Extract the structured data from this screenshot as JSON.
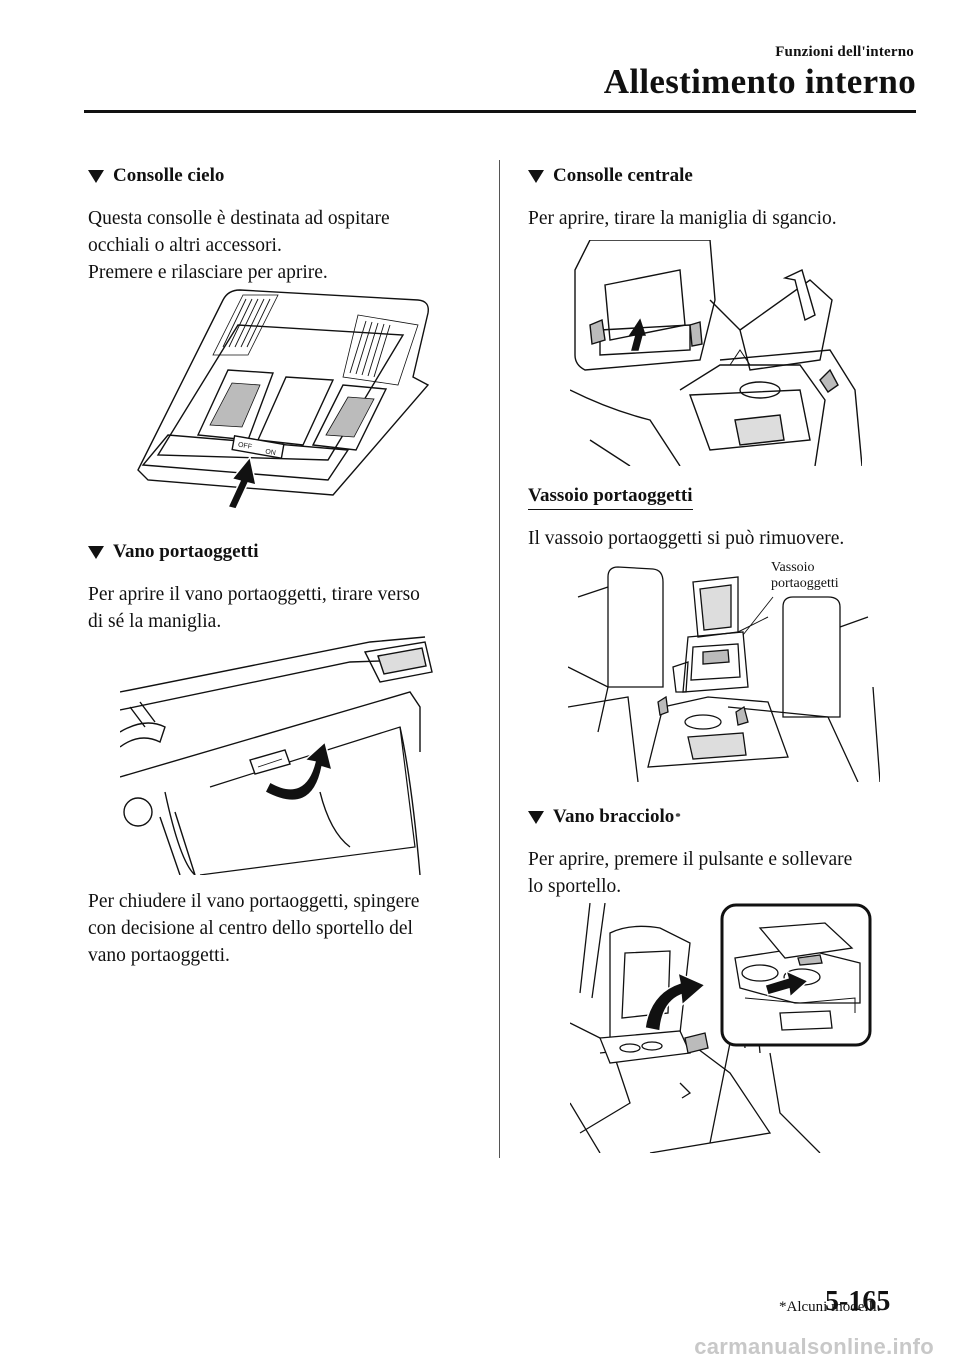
{
  "header": {
    "section": "Funzioni dell'interno",
    "chapter": "Allestimento interno"
  },
  "left": {
    "s1": {
      "heading": "Consolle cielo",
      "lines": [
        "Questa consolle è destinata ad ospitare",
        "occhiali o altri accessori.",
        "Premere e rilasciare per aprire."
      ],
      "switch_labels": {
        "off": "OFF",
        "on": "ON"
      }
    },
    "s2": {
      "heading": "Vano portaoggetti",
      "lines": [
        "Per aprire il vano portaoggetti, tirare verso",
        "di sé la maniglia."
      ],
      "close_lines": [
        "Per chiudere il vano portaoggetti, spingere",
        "con decisione al centro dello sportello del",
        "vano portaoggetti."
      ]
    }
  },
  "right": {
    "s1": {
      "heading": "Consolle centrale",
      "lines": [
        "Per aprire, tirare la maniglia di sgancio."
      ]
    },
    "s2": {
      "subheading": "Vassoio portaoggetti",
      "lines": [
        "Il vassoio portaoggetti si può rimuovere."
      ],
      "callout": [
        "Vassoio",
        "portaoggetti"
      ]
    },
    "s3": {
      "heading": "Vano bracciolo",
      "footnote_mark": "*",
      "lines": [
        "Per aprire, premere il pulsante e sollevare",
        "lo sportello."
      ]
    }
  },
  "footer": {
    "footnote": "*Alcuni modelli.",
    "page_number": "5-165",
    "watermark": "carmanualsonline.info"
  },
  "icons": {
    "heading_marker": "triangle-down-icon",
    "arrows": "arrow-icon"
  }
}
